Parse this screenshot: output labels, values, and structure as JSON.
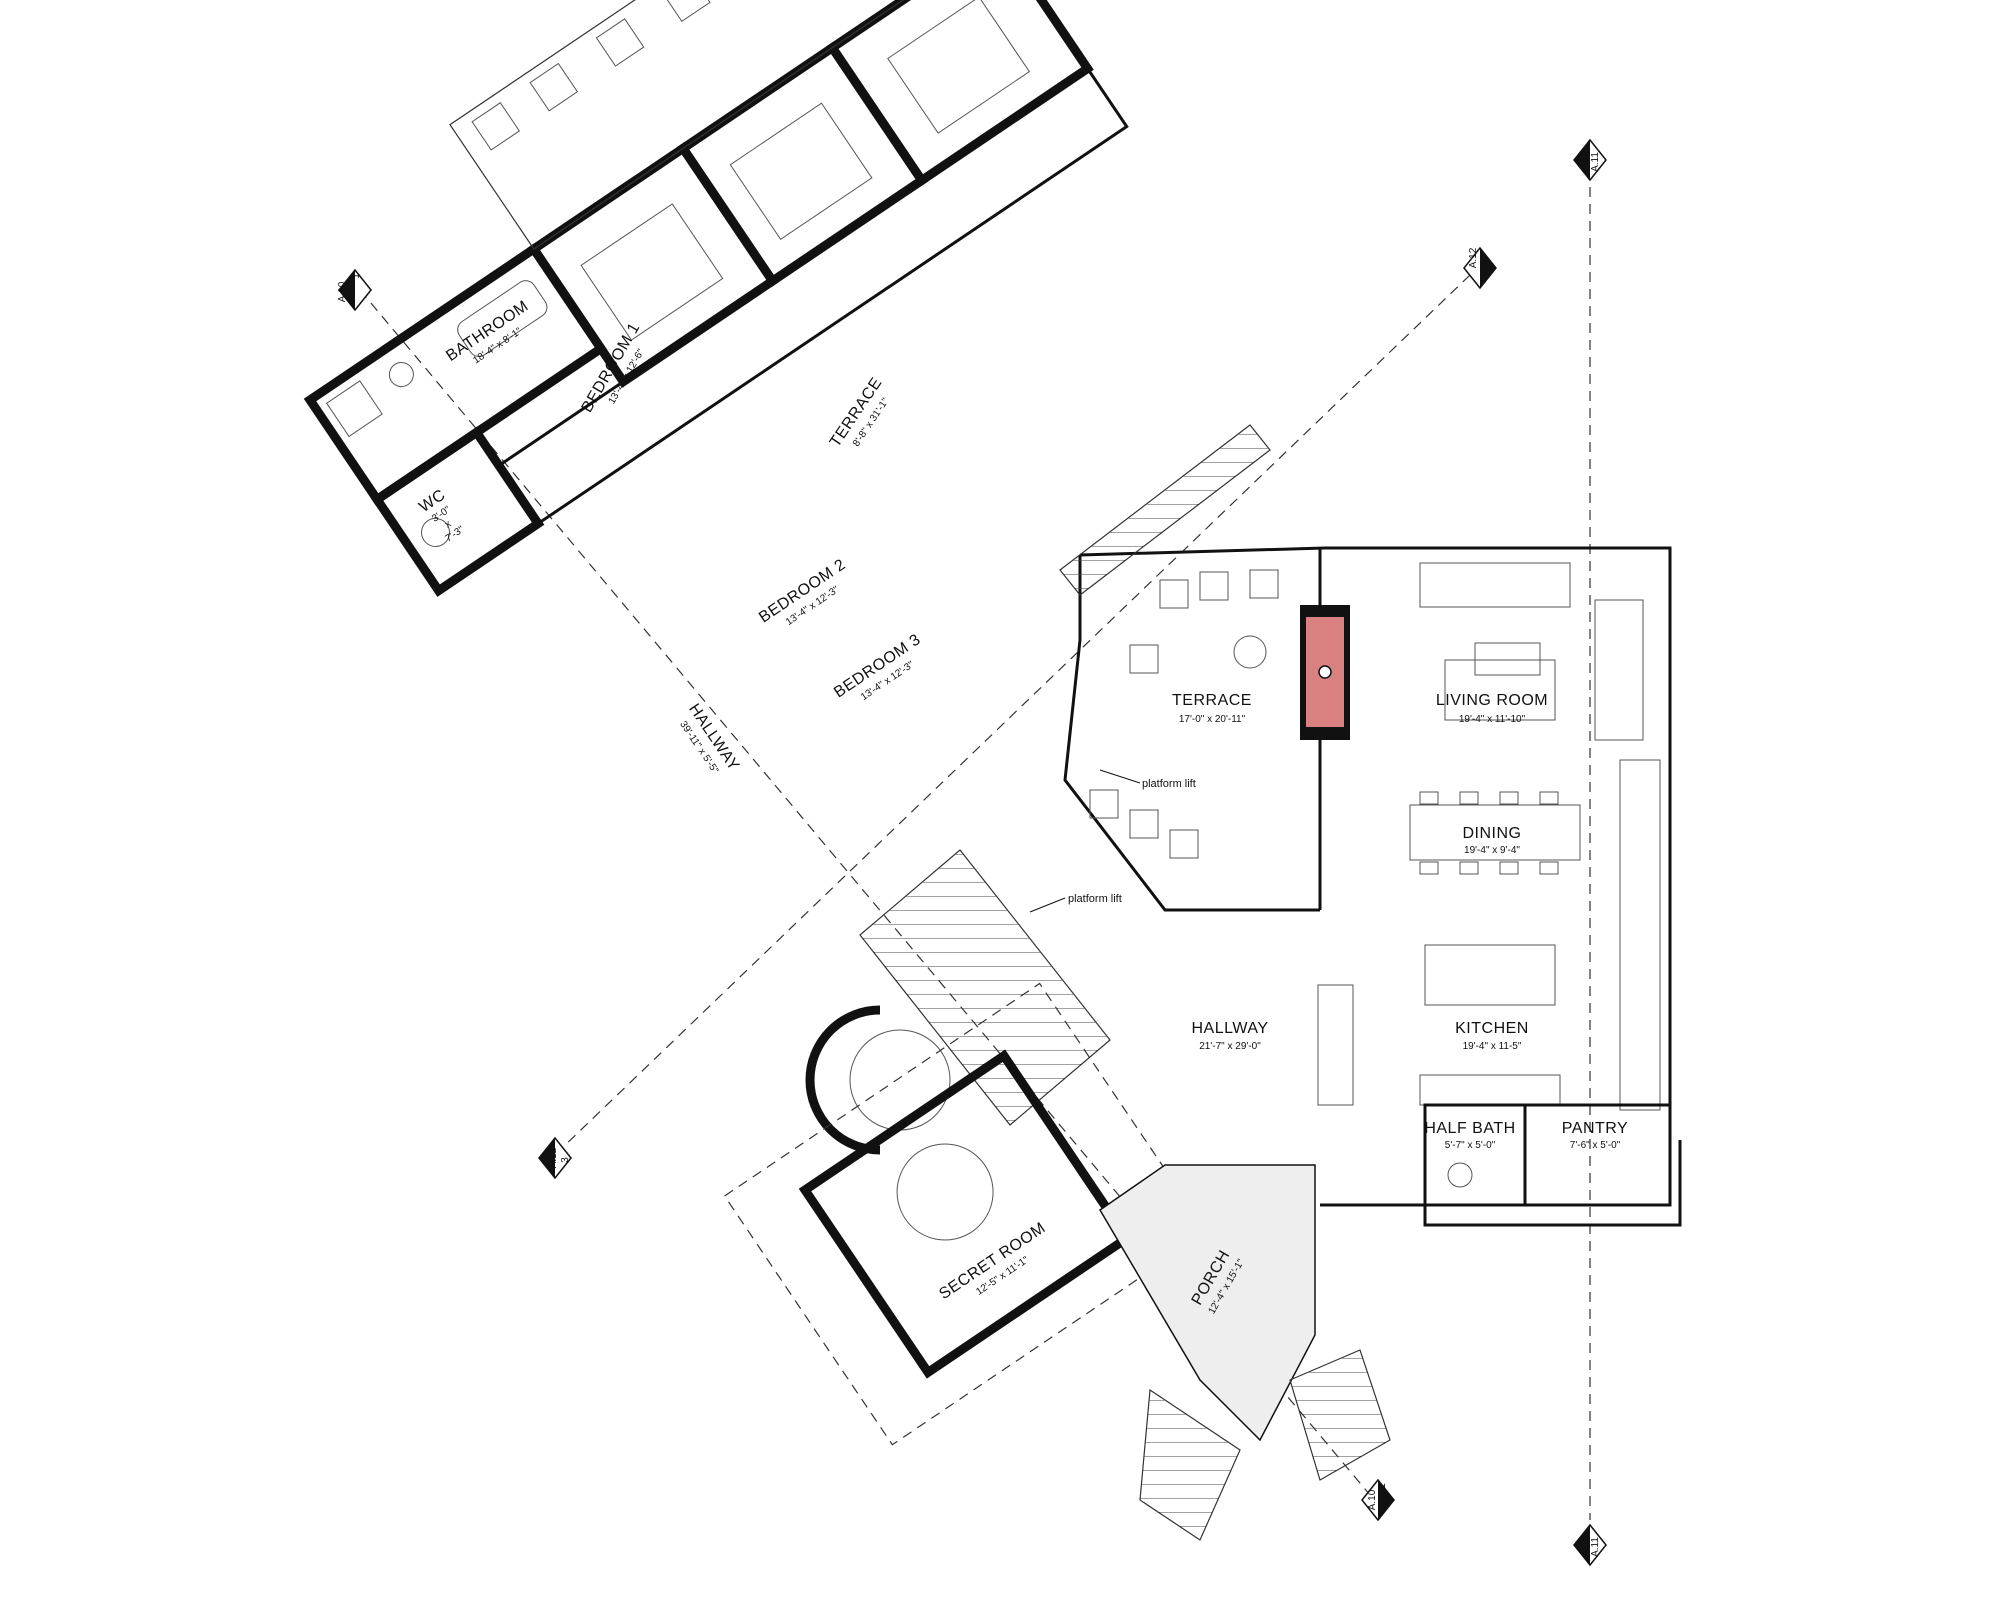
{
  "rooms": {
    "bathroom": {
      "name": "BATHROOM",
      "dims": "18'-4\" x 8'-1\""
    },
    "bedroom1": {
      "name": "BEDROOM 1",
      "dims": "13'-4\" x 12'-6\""
    },
    "bedroom2": {
      "name": "BEDROOM 2",
      "dims": "13'-4\" x 12'-3\""
    },
    "bedroom3": {
      "name": "BEDROOM 3",
      "dims": "13'-4\" x 12'-3\""
    },
    "wc": {
      "name": "WC",
      "dims1": "3'-0\"",
      "dims2": "x",
      "dims3": "7'-3\""
    },
    "terrace_upper": {
      "name": "TERRACE",
      "dims": "8'-8\" x 31'-1\""
    },
    "hallway_diag": {
      "name": "HALLWAY",
      "dims": "39'-11\" x 5'-5\""
    },
    "terrace_main": {
      "name": "TERRACE",
      "dims": "17'-0\" x 20'-11\""
    },
    "living_room": {
      "name": "LIVING ROOM",
      "dims": "19'-4\" x 11'-10\""
    },
    "dining": {
      "name": "DINING",
      "dims": "19'-4\" x 9'-4\""
    },
    "hallway_main": {
      "name": "HALLWAY",
      "dims": "21'-7\" x 29'-0\""
    },
    "kitchen": {
      "name": "KITCHEN",
      "dims": "19'-4\" x 11-5\""
    },
    "half_bath": {
      "name": "HALF BATH",
      "dims": "5'-7\" x 5'-0\""
    },
    "pantry": {
      "name": "PANTRY",
      "dims": "7'-6\" x 5'-0\""
    },
    "porch": {
      "name": "PORCH",
      "dims": "12'-4\" x 15'-1\""
    },
    "secret_room": {
      "name": "SECRET ROOM",
      "dims": "12'-5\" x 11'-1\""
    }
  },
  "notes": {
    "platform_lift_1": "platform  lift",
    "platform_lift_2": "platform  lift"
  },
  "section_markers": {
    "a10_top": {
      "num": "1",
      "sheet": "A.10"
    },
    "a10_bottom": {
      "num": "1",
      "sheet": "A.10"
    },
    "a11_top": {
      "num": "2",
      "sheet": "A.11"
    },
    "a11_bottom": {
      "num": "2",
      "sheet": "A.11"
    },
    "a12_top": {
      "num": "3",
      "sheet": "A.12"
    },
    "a12_bottom": {
      "num": "3",
      "sheet": "A.12"
    }
  },
  "colors": {
    "fireplace": "#d98080",
    "porch_fill": "#eeeeee",
    "wall": "#111111"
  }
}
